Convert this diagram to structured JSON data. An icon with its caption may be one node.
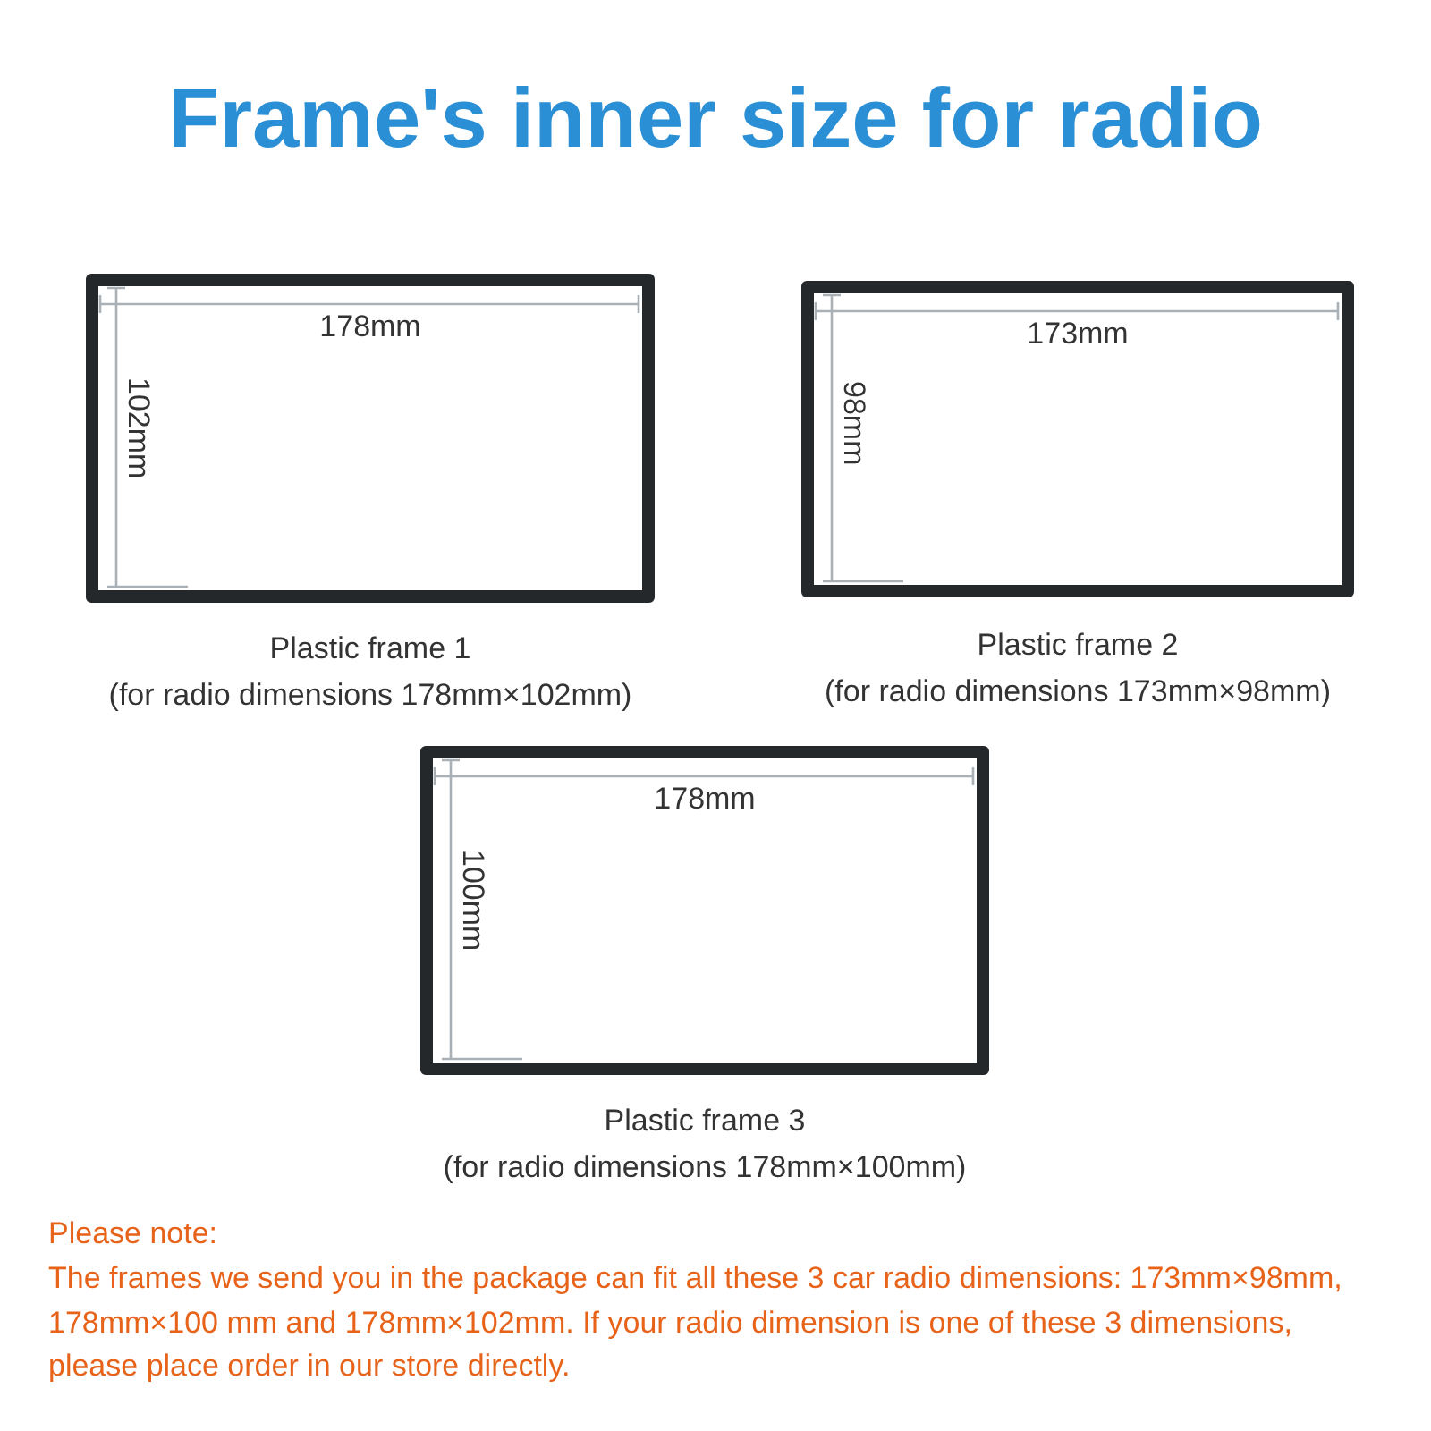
{
  "diagram": {
    "title": "Frame's inner size for radio",
    "nodes": [
      {
        "text": [
          "178mm",
          "102mm"
        ],
        "beside": [
          "Plastic frame 1",
          "(for radio dimensions 178mm×102mm)"
        ]
      },
      {
        "text": [
          "173mm",
          "98mm"
        ],
        "beside": [
          "Plastic frame 2",
          "(for radio dimensions 173mm×98mm)"
        ]
      },
      {
        "text": [
          "178mm",
          "100mm"
        ],
        "beside": [
          "Plastic frame 3",
          "(for radio dimensions 178mm×100mm)"
        ]
      }
    ],
    "labels": [
      "Please note:",
      "The frames we send you in the package can fit all these 3 car radio dimensions: 173mm×98mm,  178mm×100 mm and  178mm×102mm. If your radio dimension is one of these 3 dimensions, please place order in our store directly."
    ]
  }
}
